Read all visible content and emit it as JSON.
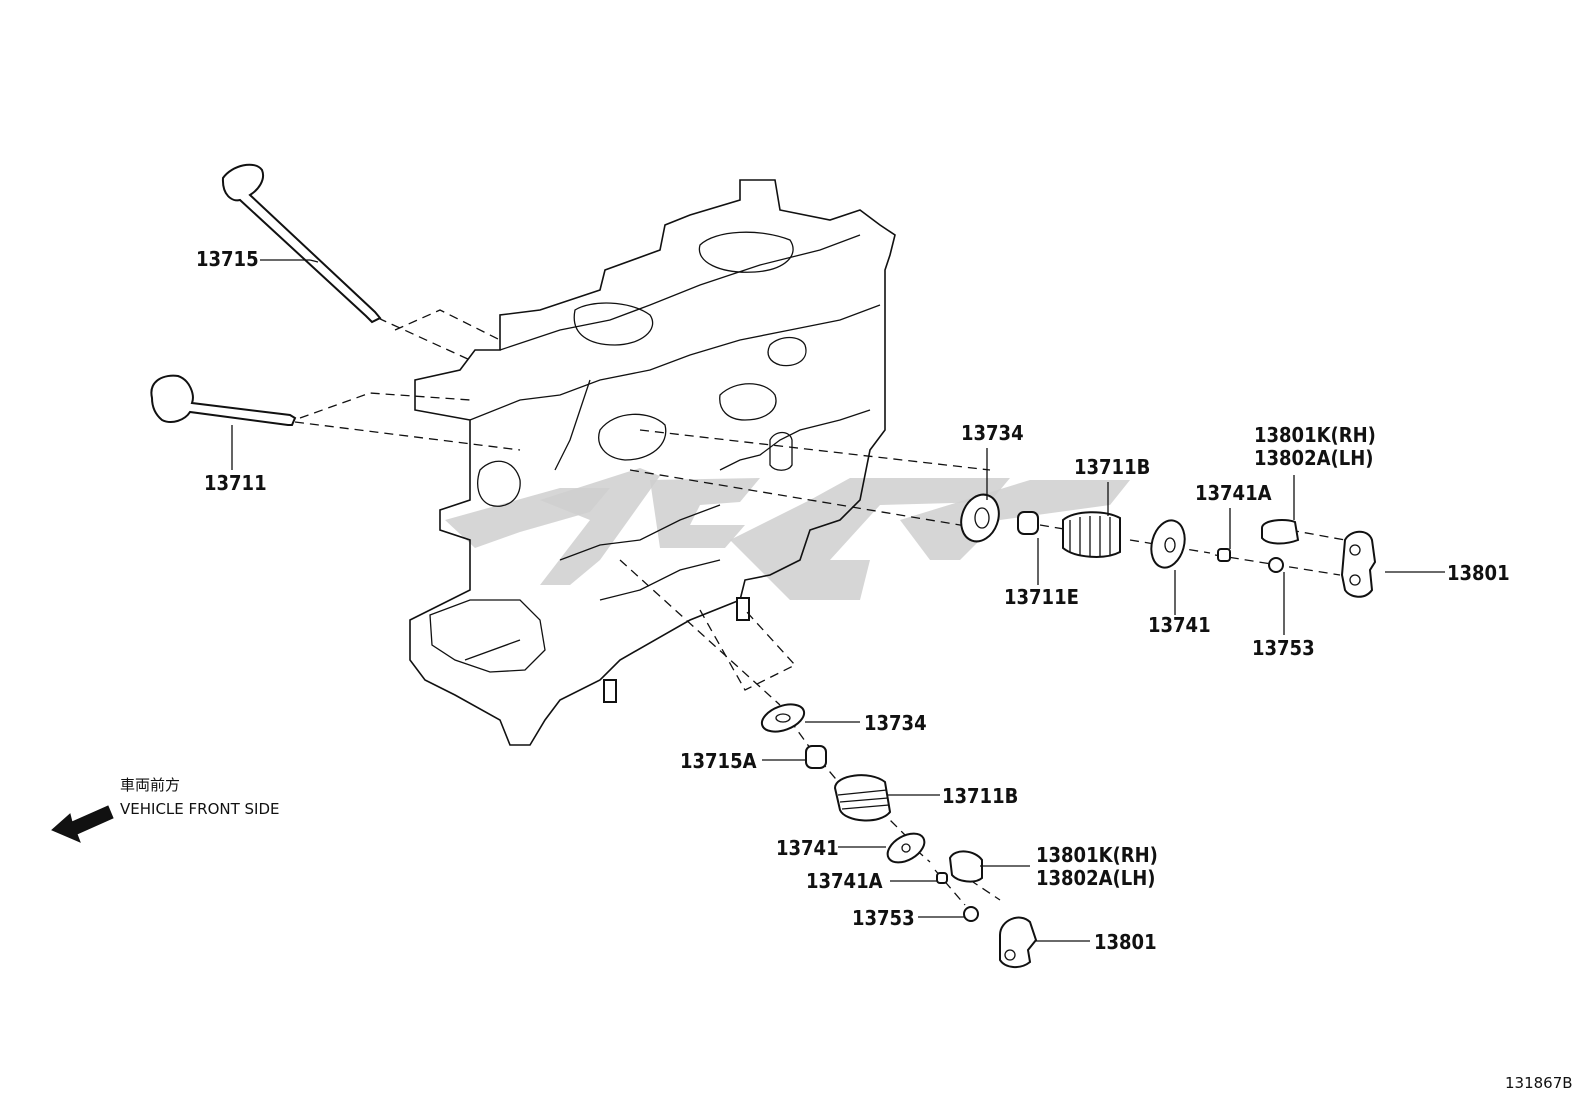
{
  "labels": {
    "p13715": "13715",
    "p13711": "13711",
    "p13734_top": "13734",
    "p13711B_top": "13711B",
    "p13711E": "13711E",
    "p13741_top": "13741",
    "p13741A_top": "13741A",
    "p13801K_top": "13801K(RH)",
    "p13802A_top": "13802A(LH)",
    "p13753_top": "13753",
    "p13801_top": "13801",
    "p13734_bot": "13734",
    "p13715A": "13715A",
    "p13711B_bot": "13711B",
    "p13741_bot": "13741",
    "p13741A_bot": "13741A",
    "p13753_bot": "13753",
    "p13801K_bot": "13801K(RH)",
    "p13802A_bot": "13802A(LH)",
    "p13801_bot": "13801"
  },
  "direction": {
    "jp": "車両前方",
    "en": "VEHICLE FRONT SIDE"
  },
  "reference": "131867B",
  "icons": {
    "direction_arrow": "arrow-left-down-icon",
    "watermark": "logo-watermark"
  }
}
